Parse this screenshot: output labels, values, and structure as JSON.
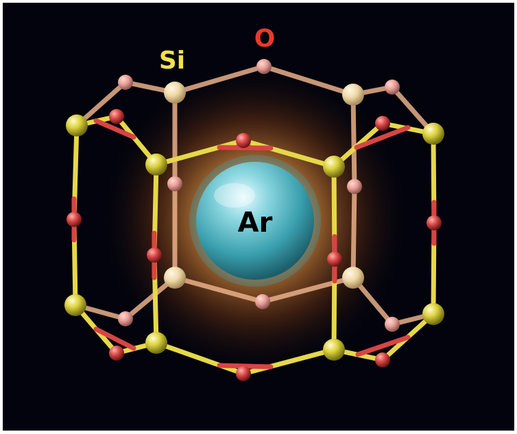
{
  "labels": {
    "silicon": "Si",
    "oxygen": "O",
    "argon": "Ar"
  },
  "colors": {
    "background": "#02030d",
    "silicon": "#e3dc4a",
    "oxygen": "#d94848",
    "silicon_label": "#f2e24a",
    "oxygen_label": "#e83a2a",
    "argon": "#4fb7c2",
    "glow": "#d9813a",
    "frame": "#ffffff"
  },
  "structure": {
    "guest_atom": "Ar",
    "framework_atoms": [
      "Si",
      "O"
    ]
  }
}
